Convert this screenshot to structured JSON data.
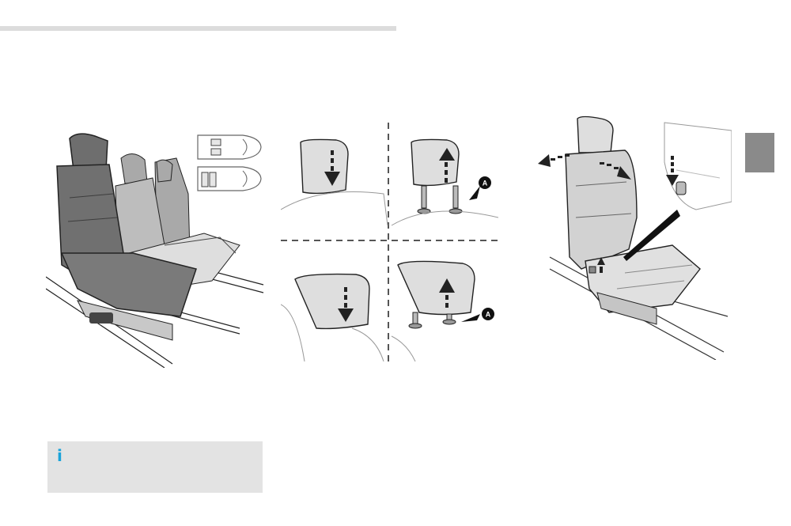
{
  "info": {
    "icon_glyph": "i"
  },
  "callouts": {
    "a1": "A",
    "a2": "A"
  },
  "colors": {
    "rule": "#dcdcdc",
    "tab": "#8a8a8a",
    "info_bg": "#e3e3e3",
    "info_icon": "#1aa3d9",
    "dark_seat": "#6e6e6e",
    "mid_seat": "#a9a9a9",
    "light_seat": "#d6d6d6"
  }
}
